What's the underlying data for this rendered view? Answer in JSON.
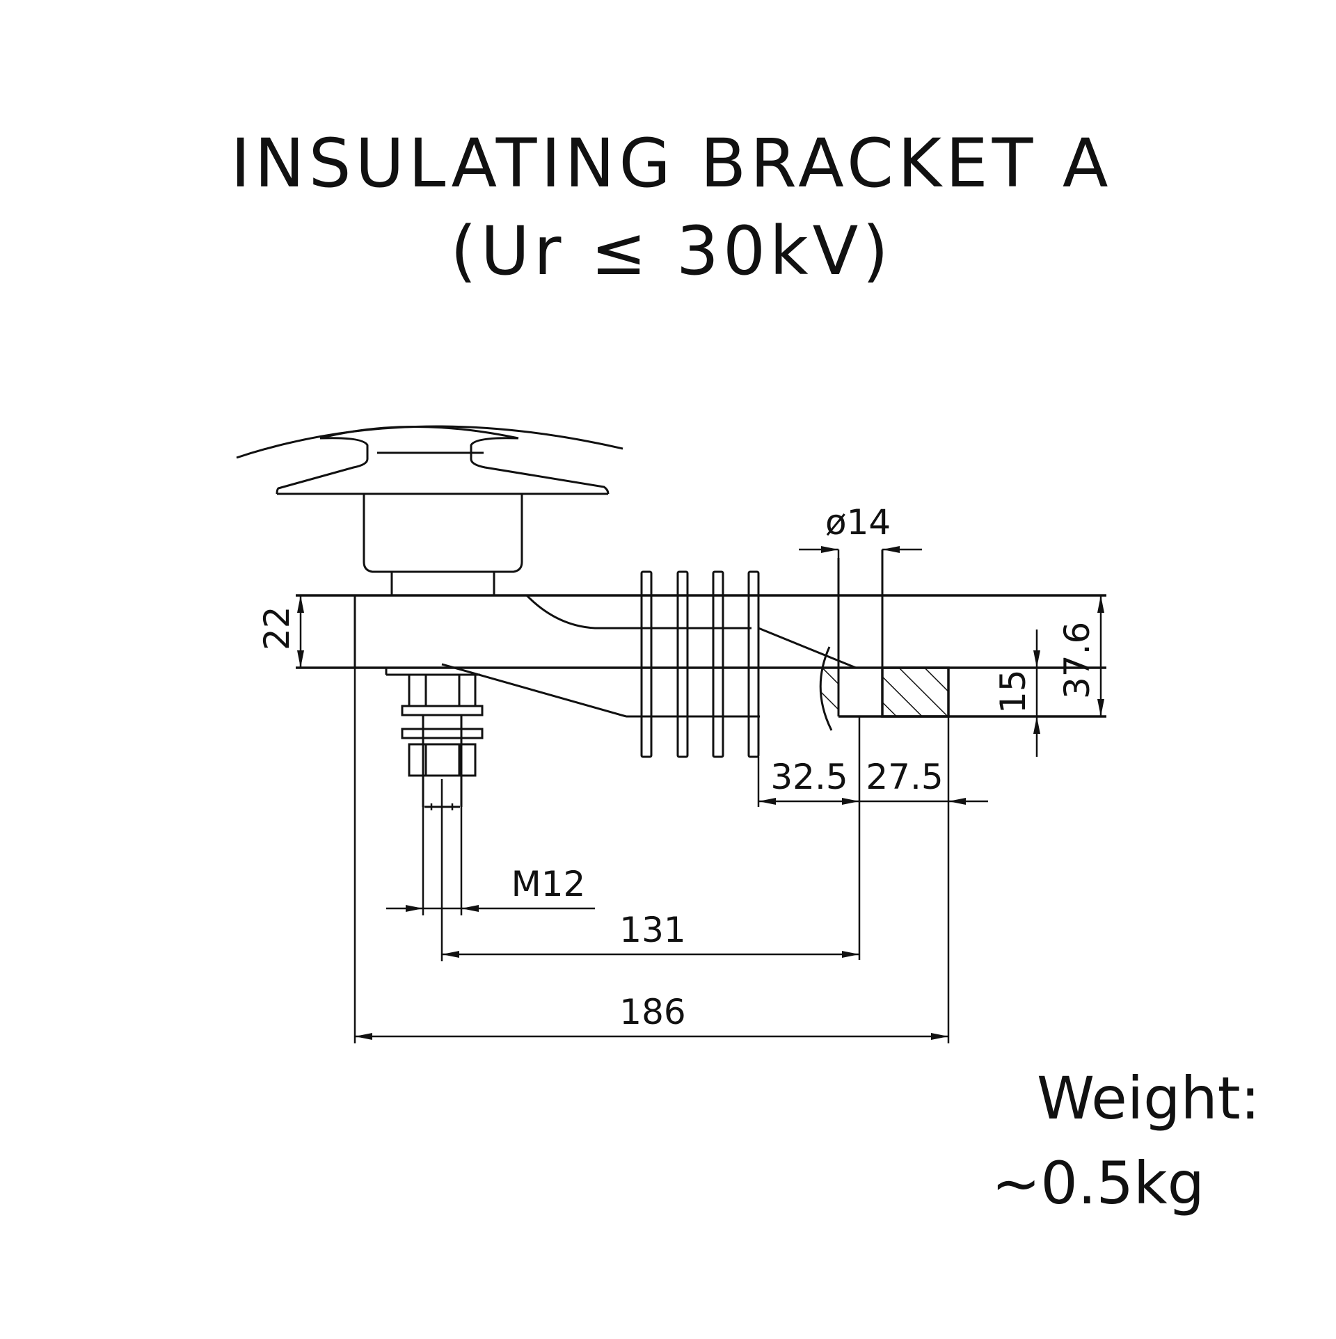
{
  "title": {
    "line1": "INSULATING BRACKET A",
    "line2": "(Ur ≤ 30kV)"
  },
  "dimensions": {
    "dia14": "ø14",
    "h22": "22",
    "h37_6": "37.6",
    "h15": "15",
    "w32_5": "32.5",
    "w27_5": "27.5",
    "m12": "M12",
    "w131": "131",
    "w186": "186"
  },
  "weight": {
    "label": "Weight:",
    "value": "~0.5kg"
  }
}
